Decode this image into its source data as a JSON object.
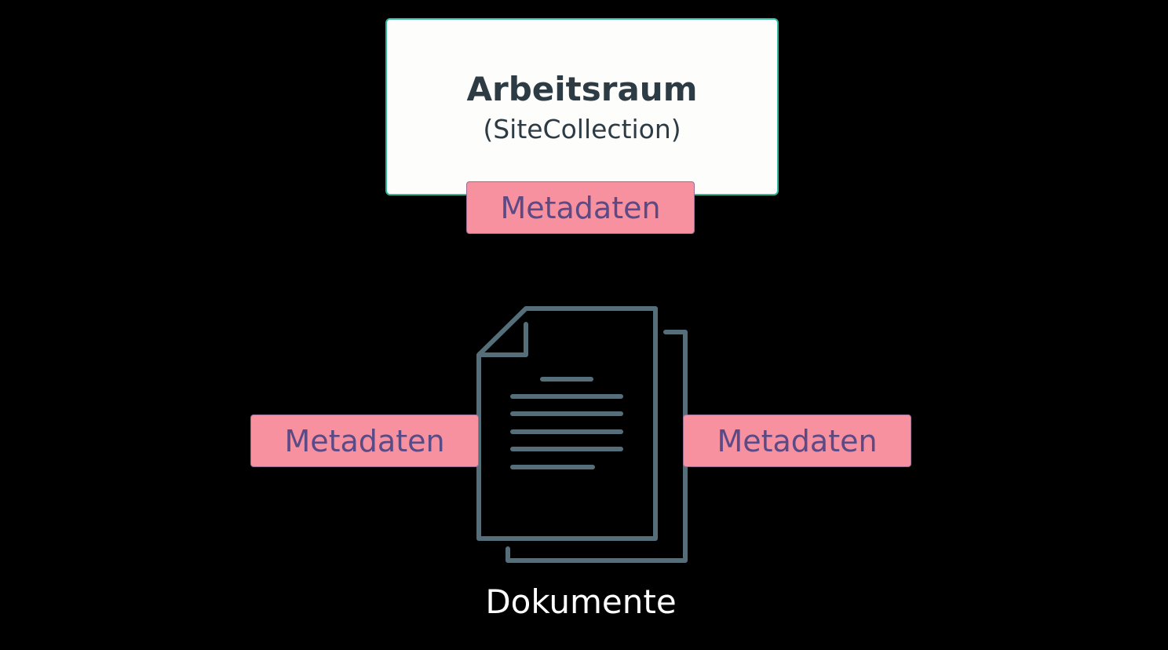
{
  "workspace": {
    "title": "Arbeitsraum",
    "subtitle": "(SiteCollection)"
  },
  "tags": {
    "top": "Metadaten",
    "left": "Metadaten",
    "right": "Metadaten"
  },
  "documents": {
    "label": "Dokumente",
    "icon": "documents-icon"
  },
  "colors": {
    "background": "#000000",
    "tag": "#f7909f",
    "tag_text": "#5a4a86",
    "icon": "#546e7a",
    "box_border": "#2fb89a"
  }
}
